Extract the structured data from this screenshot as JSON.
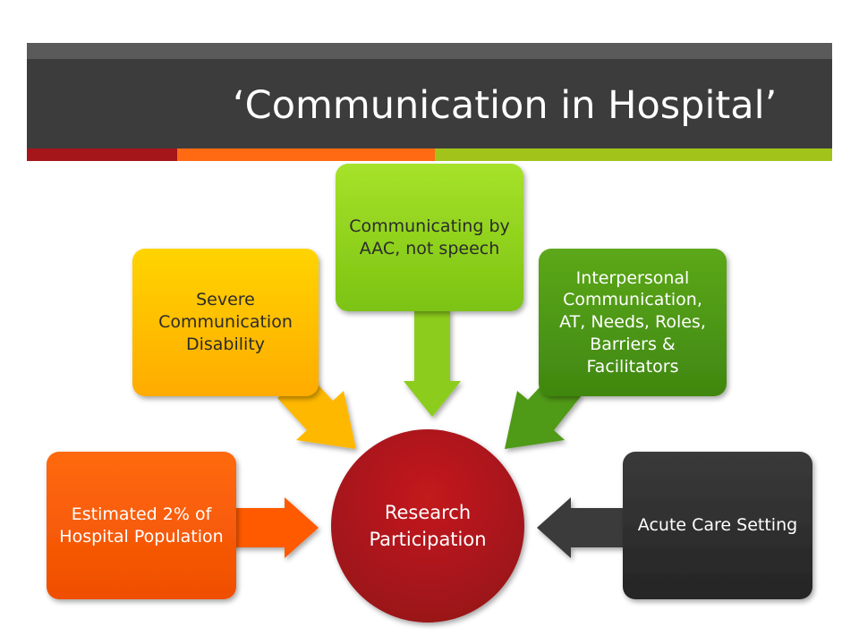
{
  "slide": {
    "title": "‘Communication in Hospital’"
  },
  "accent_colors": [
    "#a4161a",
    "#ff6a13",
    "#a2c41a"
  ],
  "diagram": {
    "center": {
      "label": "Research Participation",
      "color": "#b5161b"
    },
    "nodes": [
      {
        "id": "estimated-population",
        "label": "Estimated 2% of Hospital Population",
        "color": "#ff5a00",
        "text_color": "#ffffff"
      },
      {
        "id": "severe-disability",
        "label": "Severe Communication Disability",
        "color": "#ffbf00",
        "text_color": "#2b2b2b"
      },
      {
        "id": "aac",
        "label": "Communicating by AAC, not speech",
        "color": "#8ed41a",
        "text_color": "#2b2b2b"
      },
      {
        "id": "interpersonal",
        "label": "Interpersonal Communication, AT, Needs, Roles, Barriers & Facilitators",
        "color": "#4f9a15",
        "text_color": "#ffffff"
      },
      {
        "id": "acute-care",
        "label": "Acute Care Setting",
        "color": "#2f2f2f",
        "text_color": "#ffffff"
      }
    ]
  }
}
